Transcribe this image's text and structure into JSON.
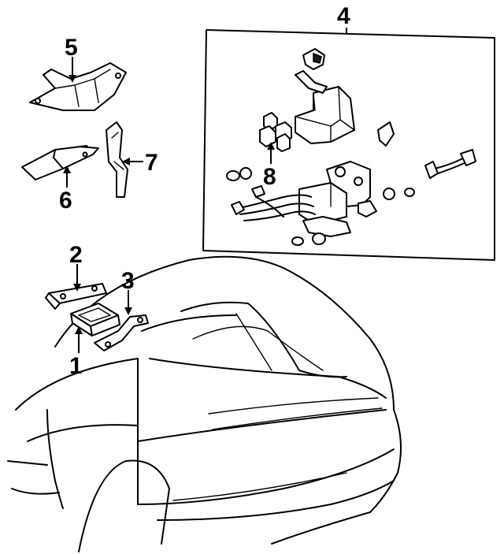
{
  "callouts": {
    "c1": "1",
    "c2": "2",
    "c3": "3",
    "c4": "4",
    "c5": "5",
    "c6": "6",
    "c7": "7",
    "c8": "8"
  },
  "colors": {
    "ink": "#000000",
    "background": "#ffffff"
  }
}
